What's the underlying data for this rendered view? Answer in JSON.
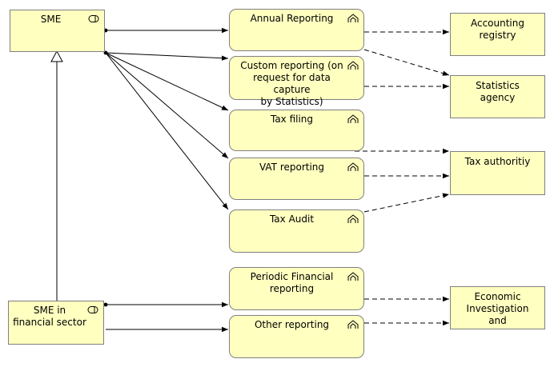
{
  "actors": {
    "sme": {
      "label": "SME",
      "icon": "actor-role-icon"
    },
    "sme_financial": {
      "label": "SME in\nfinancial sector",
      "icon": "actor-role-icon"
    }
  },
  "services": {
    "annual_reporting": {
      "label": "Annual Reporting",
      "icon": "business-service-icon"
    },
    "custom_reporting": {
      "label": "Custom reporting (on\nrequest for data capture\nby Statistics)",
      "icon": "business-service-icon"
    },
    "tax_filing": {
      "label": "Tax filing",
      "icon": "business-service-icon"
    },
    "vat_reporting": {
      "label": "VAT reporting",
      "icon": "business-service-icon"
    },
    "tax_audit": {
      "label": "Tax Audit",
      "icon": "business-service-icon"
    },
    "periodic_financial": {
      "label": "Periodic Financial\nreporting",
      "icon": "business-service-icon"
    },
    "other_reporting": {
      "label": "Other reporting",
      "icon": "business-service-icon"
    }
  },
  "agencies": {
    "accounting_registry": {
      "label": "Accounting\nregistry"
    },
    "statistics_agency": {
      "label": "Statistics\nagency"
    },
    "tax_authority": {
      "label": "Tax authoritiy"
    },
    "economic_investigation": {
      "label": "Economic\nInvestigation\nand"
    }
  },
  "colors": {
    "node_fill": "#ffffc0",
    "node_border": "#808080",
    "line": "#000000"
  }
}
